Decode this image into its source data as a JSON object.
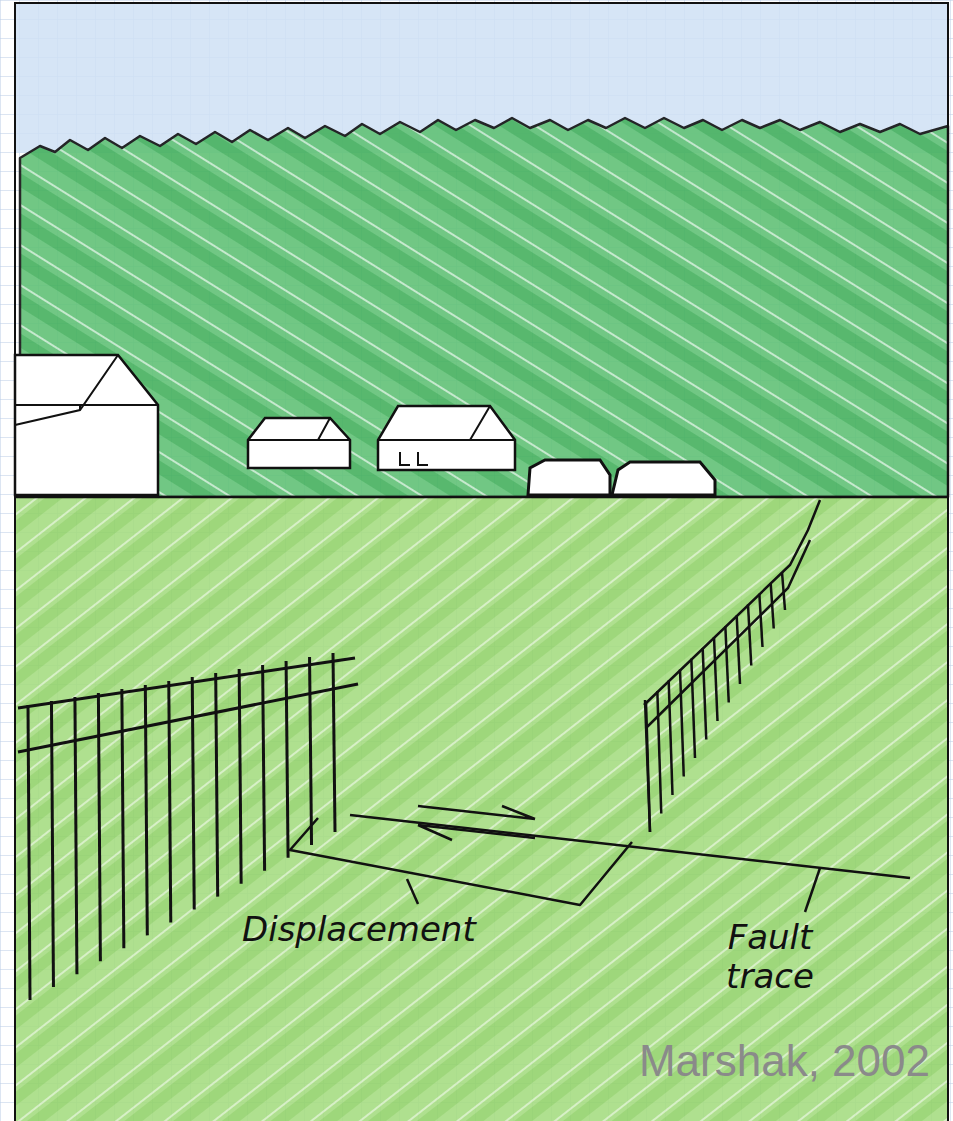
{
  "diagram": {
    "labels": [
      "Displacement",
      "Fault trace",
      "Marshak, 2002"
    ]
  }
}
